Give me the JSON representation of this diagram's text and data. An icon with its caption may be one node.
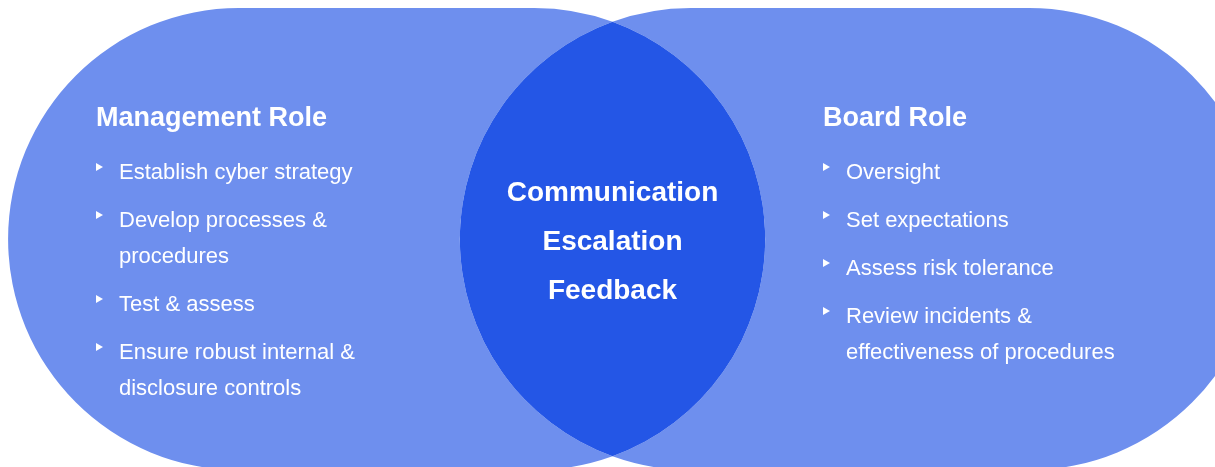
{
  "diagram": {
    "nodes": [
      {
        "text": [
          "Management Role",
          "Establish cyber strategy",
          "Develop processes & procedures",
          "Test & assess",
          "Ensure robust internal & disclosure controls"
        ]
      },
      {
        "text": [
          "Board Role",
          "Oversight",
          "Set expectations",
          "Assess risk tolerance",
          "Review incidents & effectiveness of procedures"
        ]
      },
      {
        "text": [
          "Communication",
          "Escalation",
          "Feedback"
        ]
      }
    ]
  }
}
